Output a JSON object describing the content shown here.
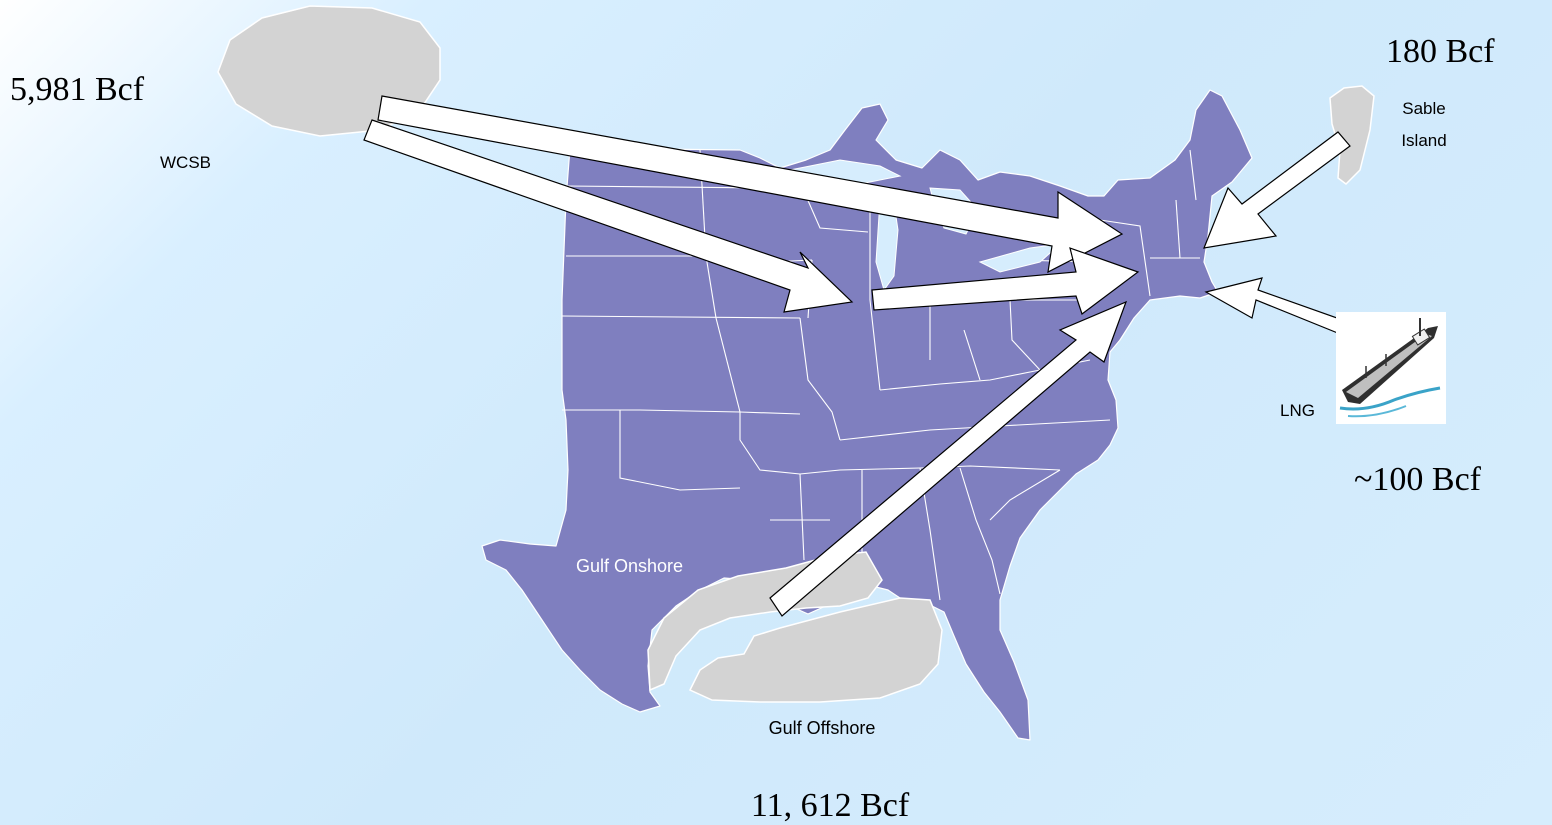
{
  "labels": {
    "wcsb_volume": "5,981 Bcf",
    "wcsb_name": "WCSB",
    "sable_volume": "180 Bcf",
    "sable_name_line1": "Sable",
    "sable_name_line2": "Island",
    "lng_name": "LNG",
    "lng_volume": "~100 Bcf",
    "gulf_onshore": "Gulf Onshore",
    "gulf_offshore": "Gulf Offshore",
    "gulf_volume": "11, 612 Bcf"
  },
  "colors": {
    "land": "#7f7fbf",
    "basin": "#d3d3d3",
    "arrow": "#ffffff",
    "background": "#d6edfd"
  },
  "icons": {
    "lng": "tanker-ship-icon"
  }
}
